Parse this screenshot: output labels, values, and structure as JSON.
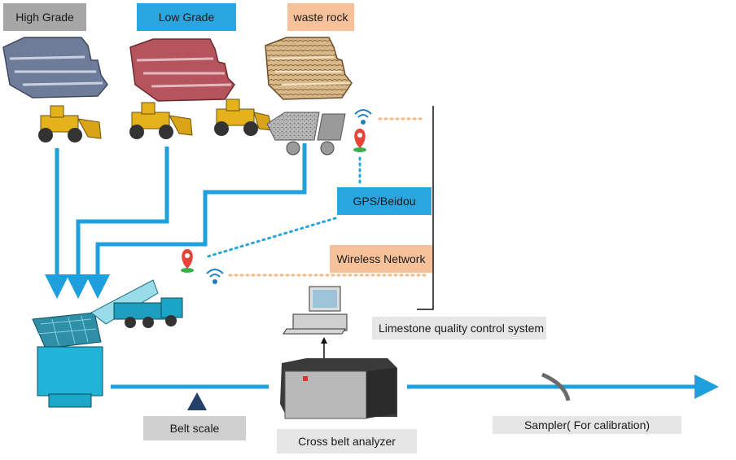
{
  "labels": {
    "high_grade": "High Grade",
    "low_grade": "Low Grade",
    "waste_rock": "waste rock",
    "gps": "GPS/Beidou",
    "wireless": "Wireless Network",
    "qc_system": "Limestone quality control system",
    "belt_scale": "Belt scale",
    "cross_belt_analyzer": "Cross belt analyzer",
    "sampler": "Sampler( For calibration)"
  },
  "colors": {
    "flow_blue": "#1ea0dc",
    "gps_dots": "#29a6e0",
    "wireless_dots": "#f5b88a",
    "high_grade_rock": "#6f7c99",
    "low_grade_rock": "#b5545c",
    "waste_rock": "#caa574"
  },
  "icons": [
    "loader-icon",
    "dump-truck-icon",
    "gps-pin-icon",
    "wifi-icon",
    "computer-icon",
    "crusher-icon",
    "analyzer-icon"
  ]
}
